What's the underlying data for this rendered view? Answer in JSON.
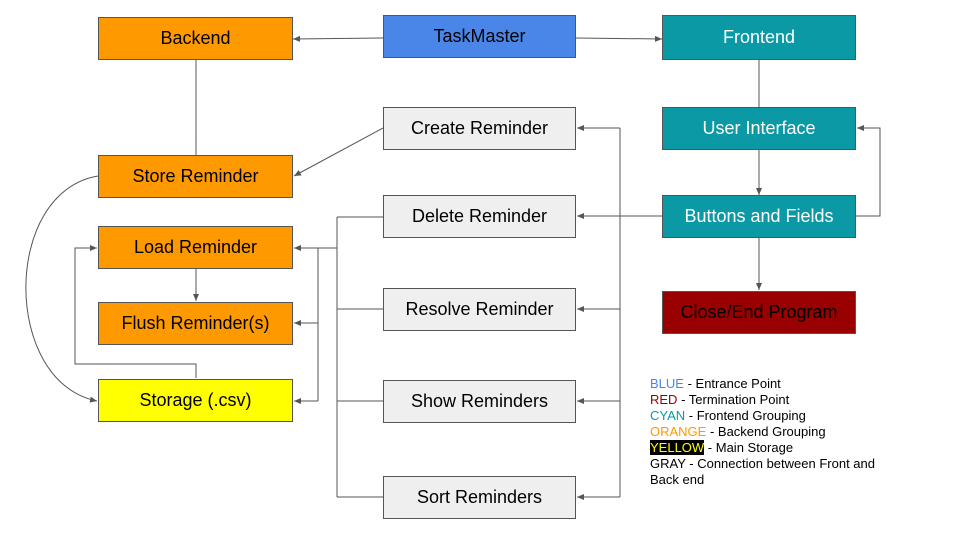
{
  "nodes": {
    "taskmaster": "TaskMaster",
    "backend": "Backend",
    "frontend": "Frontend",
    "store_reminder": "Store Reminder",
    "load_reminder": "Load Reminder",
    "flush_reminders": "Flush Reminder(s)",
    "storage": "Storage (.csv)",
    "create_reminder": "Create Reminder",
    "delete_reminder": "Delete Reminder",
    "resolve_reminder": "Resolve Reminder",
    "show_reminders": "Show Reminders",
    "sort_reminders": "Sort Reminders",
    "user_interface": "User Interface",
    "buttons_fields": "Buttons and Fields",
    "close_end": "Close/End Program"
  },
  "legend": {
    "blue_key": "BLUE",
    "blue_text": " - Entrance Point",
    "red_key": "RED",
    "red_text": " - Termination Point",
    "cyan_key": "CYAN",
    "cyan_text": " - Frontend Grouping",
    "orange_key": "ORANGE",
    "orange_text": " - Backend Grouping",
    "yellow_key": "YELLOW",
    "yellow_text": " - Main Storage",
    "gray_line1": "GRAY - Connection between Front and",
    "gray_line2": "Back end"
  },
  "colors": {
    "entrance": "#4a86e8",
    "termination": "#990000",
    "frontend": "#0b99a6",
    "backend": "#ff9900",
    "storage": "#ffff00",
    "connection": "#efefef"
  }
}
